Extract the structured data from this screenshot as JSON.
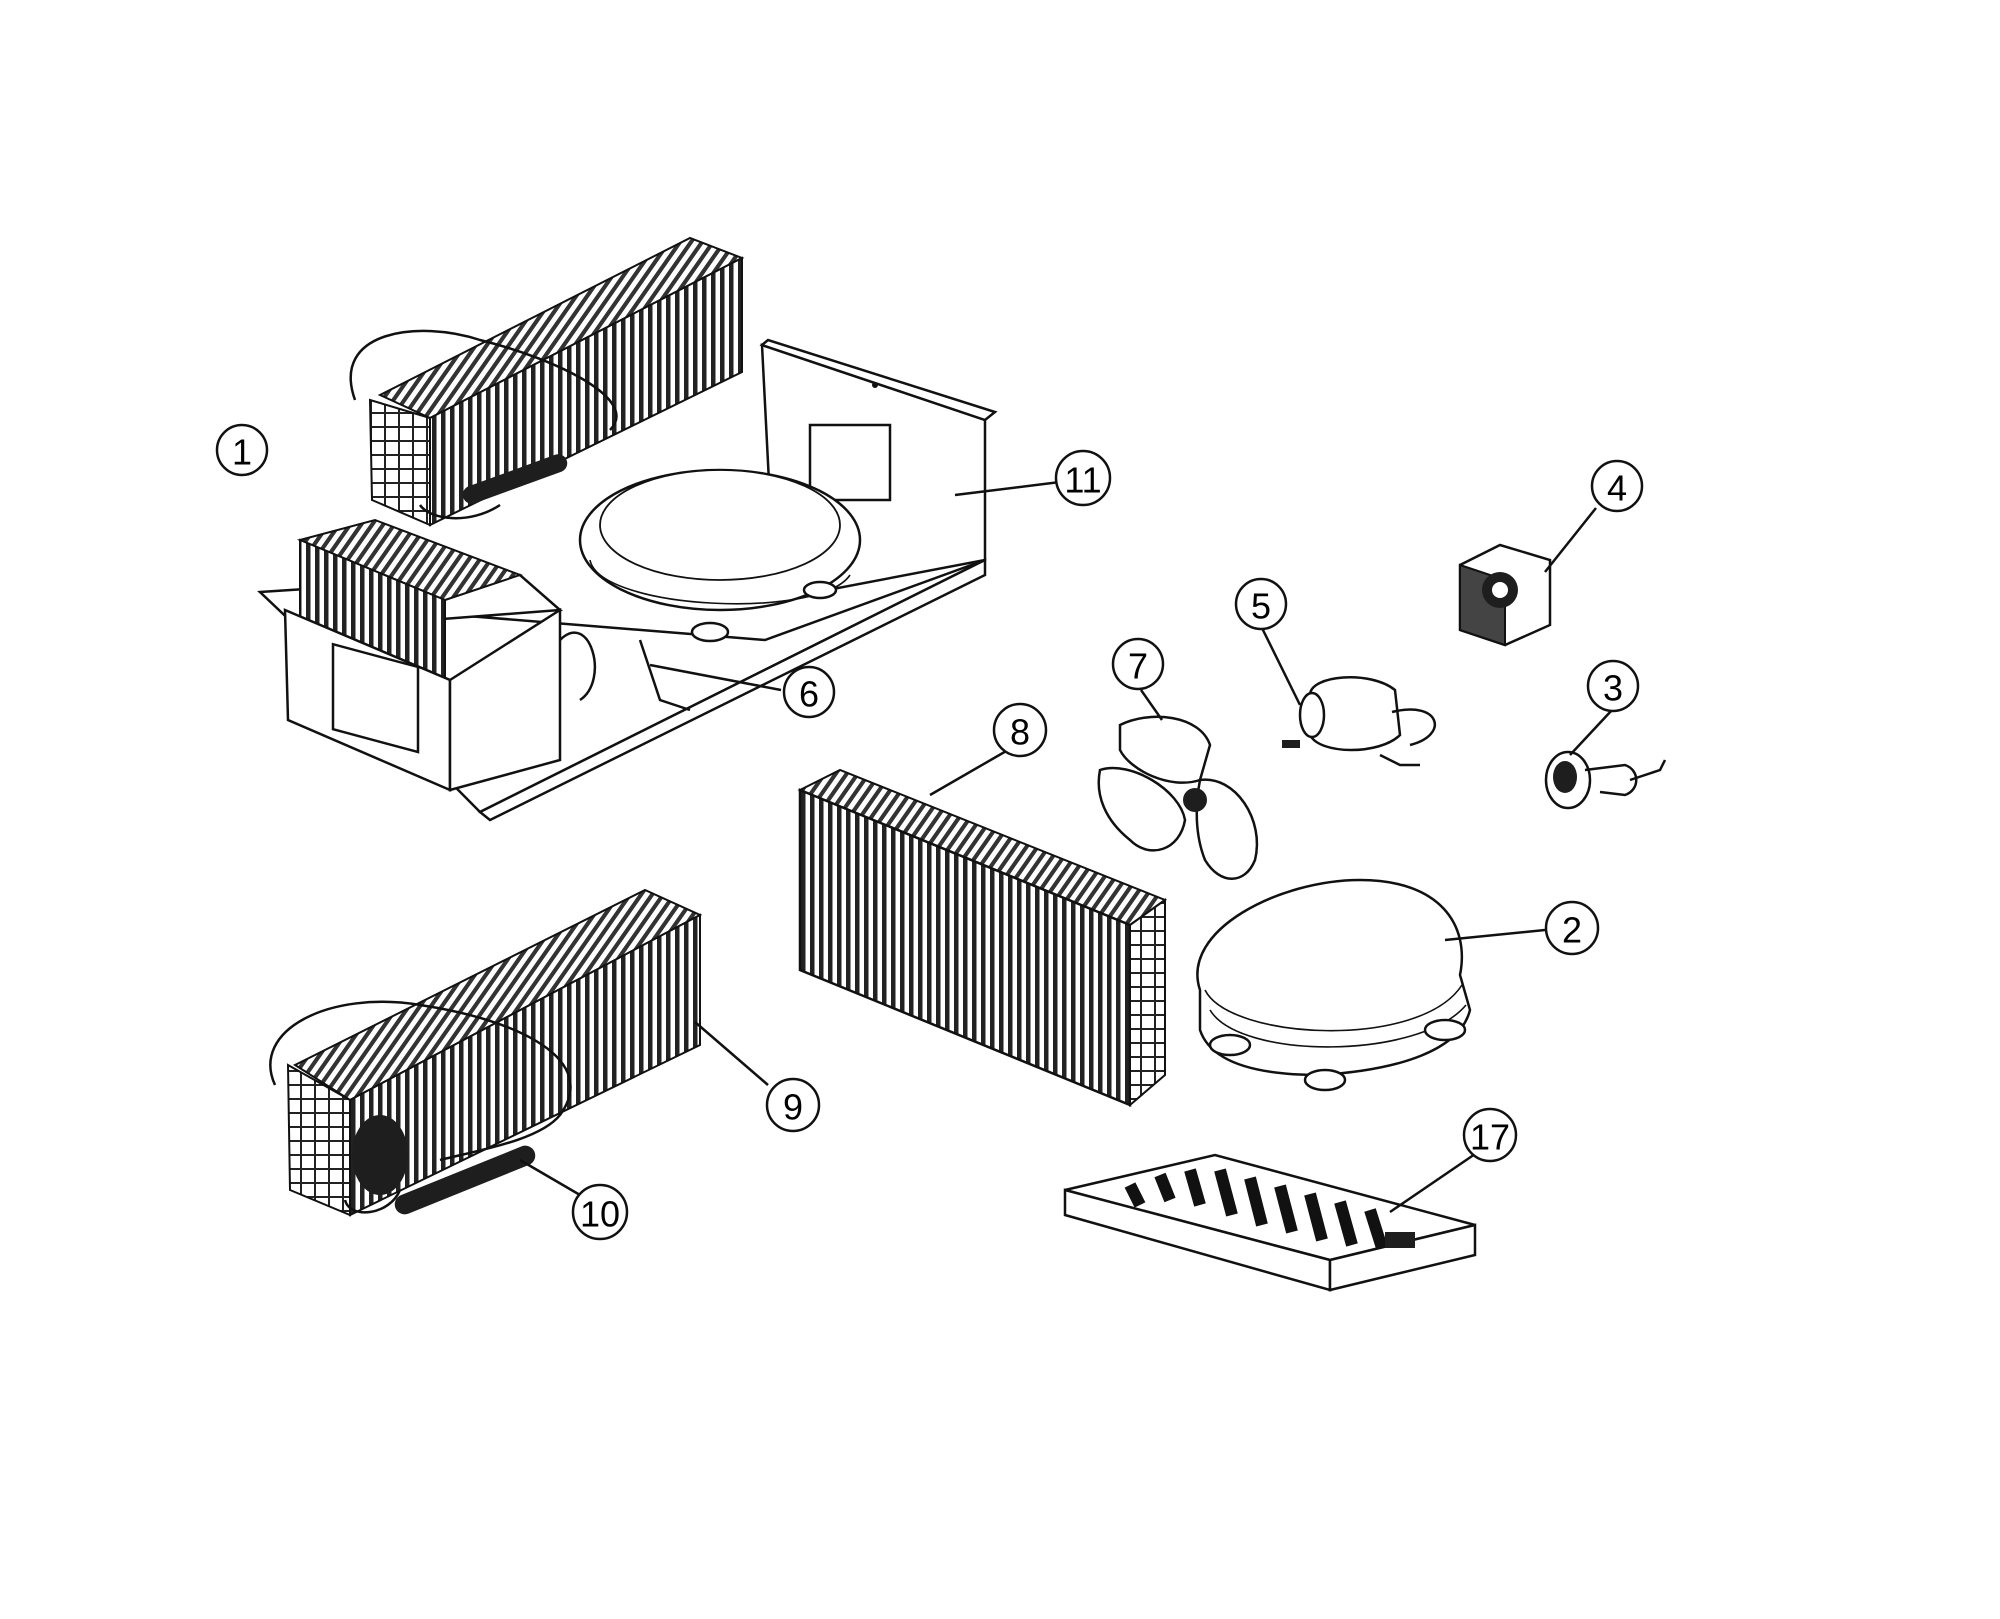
{
  "callouts": {
    "c1": "1",
    "c2": "2",
    "c3": "3",
    "c4": "4",
    "c5": "5",
    "c6": "6",
    "c7": "7",
    "c8": "8",
    "c9": "9",
    "c10": "10",
    "c11": "11",
    "c17": "17"
  },
  "colors": {
    "ink": "#111111",
    "paper": "#ffffff"
  }
}
